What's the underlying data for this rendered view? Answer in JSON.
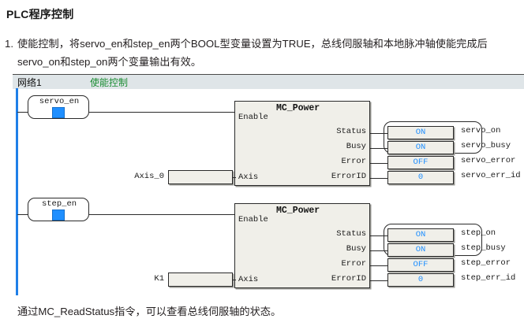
{
  "document": {
    "title": "PLC程序控制",
    "list": [
      {
        "number": "1.",
        "text": "使能控制，将servo_en和step_en两个BOOL型变量设置为TRUE，总线伺服轴和本地脉冲轴使能完成后servo_on和step_on两个变量输出有效。"
      }
    ],
    "closing_note": "通过MC_ReadStatus指令，可以查看总线伺服轴的状态。"
  },
  "ladder": {
    "network": {
      "id": "网络1",
      "comment": "使能控制"
    },
    "colors": {
      "rail": "#1f7fe8",
      "value_text": "#1f8fff",
      "comment": "#1a8c32",
      "header_bg": "#dfe5e8",
      "block_bg": "#f0efe9"
    },
    "rungs": [
      {
        "contact": {
          "label": "servo_en",
          "state": "TRUE"
        },
        "block": {
          "name": "MC_Power",
          "inputs": [
            {
              "pin": "Enable",
              "operand": "",
              "operand_label": ""
            },
            {
              "pin": "Axis",
              "operand": "",
              "operand_label": "Axis_0"
            }
          ],
          "outputs": [
            {
              "pin": "Status",
              "value": "ON",
              "variable": "servo_on"
            },
            {
              "pin": "Busy",
              "value": "ON",
              "variable": "servo_busy"
            },
            {
              "pin": "Error",
              "value": "OFF",
              "variable": "servo_error"
            },
            {
              "pin": "ErrorID",
              "value": "0",
              "variable": "servo_err_id"
            }
          ]
        }
      },
      {
        "contact": {
          "label": "step_en",
          "state": "TRUE"
        },
        "block": {
          "name": "MC_Power",
          "inputs": [
            {
              "pin": "Enable",
              "operand": "",
              "operand_label": ""
            },
            {
              "pin": "Axis",
              "operand": "",
              "operand_label": "K1"
            }
          ],
          "outputs": [
            {
              "pin": "Status",
              "value": "ON",
              "variable": "step_on"
            },
            {
              "pin": "Busy",
              "value": "ON",
              "variable": "step_busy"
            },
            {
              "pin": "Error",
              "value": "OFF",
              "variable": "step_error"
            },
            {
              "pin": "ErrorID",
              "value": "0",
              "variable": "step_err_id"
            }
          ]
        }
      }
    ]
  }
}
